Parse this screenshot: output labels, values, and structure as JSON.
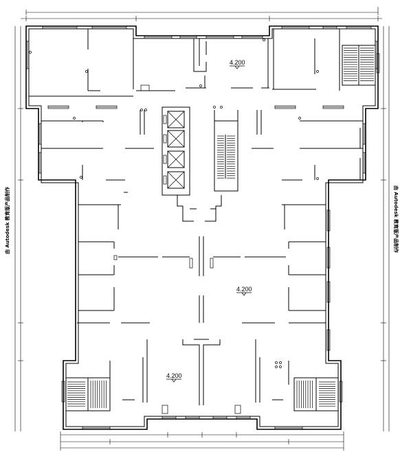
{
  "watermark": {
    "left": "由 Autodesk 教育版产品制作",
    "right": "由 Autodesk 教育版产品制作"
  },
  "levels": [
    "4.200",
    "4.200",
    "4.200"
  ]
}
